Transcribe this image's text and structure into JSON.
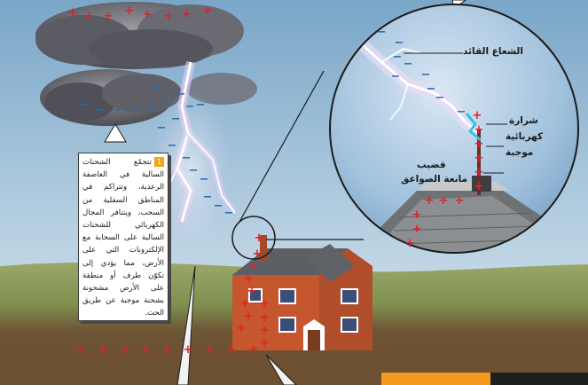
{
  "caption": {
    "number": "1",
    "text": "تتجمّع الشحنات السالبة في العاصفة الرعدية، وتتراكم في المناطق السفلية من السحب، ويتنافر المجال الكهربائي للشحنات السالبة على السحابة مع الإلكترونات التي على الأرض، مما يؤدي إلى تكوّن طرف أو منطقة على الأرض مشحونة بشحنة موجبة عن طريق الحث."
  },
  "labels": {
    "leader": "الشعاع القائد",
    "spark_line1": "شرارة",
    "spark_line2": "كهربائية",
    "spark_line3": "موجبة",
    "rod_line1": "قضيب",
    "rod_line2": "مانعة الصواعق"
  },
  "colors": {
    "sky": "#8fb7d6",
    "charge_negative": "#1f6fb5",
    "charge_positive": "#e0202a",
    "caption_accent": "#f4a21b",
    "ground": "#6b5030"
  }
}
